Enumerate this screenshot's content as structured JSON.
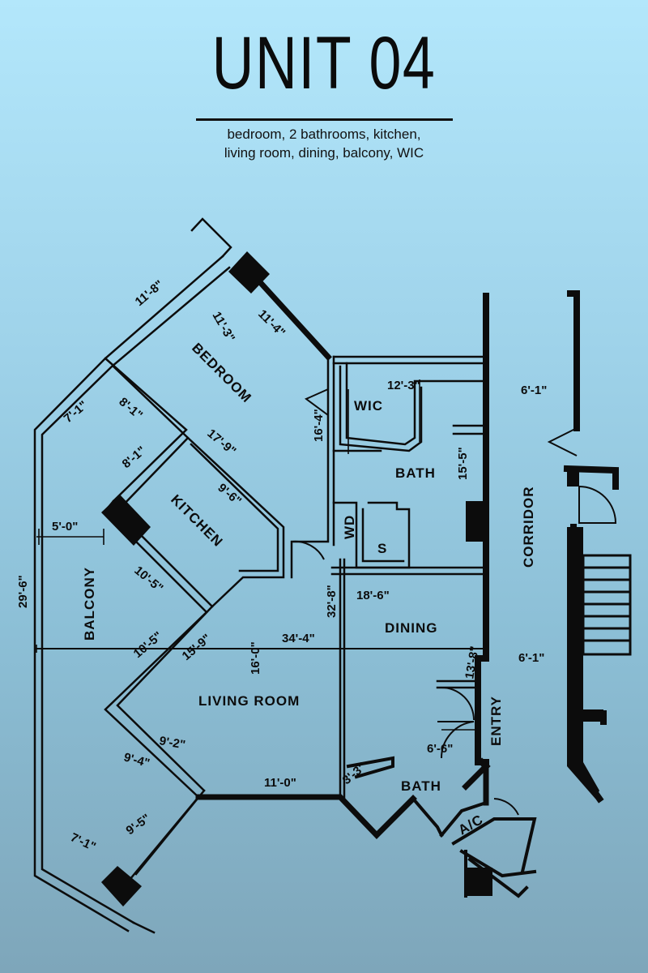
{
  "header": {
    "title": "UNIT 04",
    "subtitle_line1": "bedroom, 2 bathrooms, kitchen,",
    "subtitle_line2": "living room, dining, balcony, WIC"
  },
  "rooms": {
    "bedroom": "BEDROOM",
    "kitchen": "KITCHEN",
    "balcony": "BALCONY",
    "living_room": "LIVING ROOM",
    "dining": "DINING",
    "wic": "WIC",
    "bath_upper": "BATH",
    "bath_lower": "BATH",
    "corridor": "CORRIDOR",
    "entry": "ENTRY",
    "ac": "A/C",
    "wd": "WD",
    "s": "S"
  },
  "dimensions": {
    "d_11_8": "11'-8\"",
    "d_11_3": "11'-3\"",
    "d_11_4": "11'-4\"",
    "d_7_1_top": "7'-1\"",
    "d_8_1_a": "8'-1\"",
    "d_8_1_b": "8'-1\"",
    "d_17_9": "17'-9\"",
    "d_9_6": "9'-6\"",
    "d_12_3": "12'-3\"",
    "d_16_4": "16'-4\"",
    "d_15_5": "15'-5\"",
    "d_5_0": "5'-0\"",
    "d_29_6": "29'-6\"",
    "d_10_5_a": "10'-5\"",
    "d_10_5_b": "10'-5\"",
    "d_32_8": "32'-8\"",
    "d_18_6": "18'-6\"",
    "d_34_4": "34'-4\"",
    "d_15_9": "15'-9\"",
    "d_16_0": "16'-0\"",
    "d_13_8": "13'-8\"",
    "d_6_1_top": "6'-1\"",
    "d_6_1_bottom": "6'-1\"",
    "d_9_2": "9'-2\"",
    "d_9_4": "9'-4\"",
    "d_9_5": "9'-5\"",
    "d_7_1_bottom": "7'-1\"",
    "d_11_0": "11'-0\"",
    "d_3_3": "3'-3\"",
    "d_6_6": "6'-6\""
  },
  "colors": {
    "ink": "#0c0c0c",
    "background_top": "#b3e7fb",
    "background_bottom": "#7ea6ba"
  }
}
